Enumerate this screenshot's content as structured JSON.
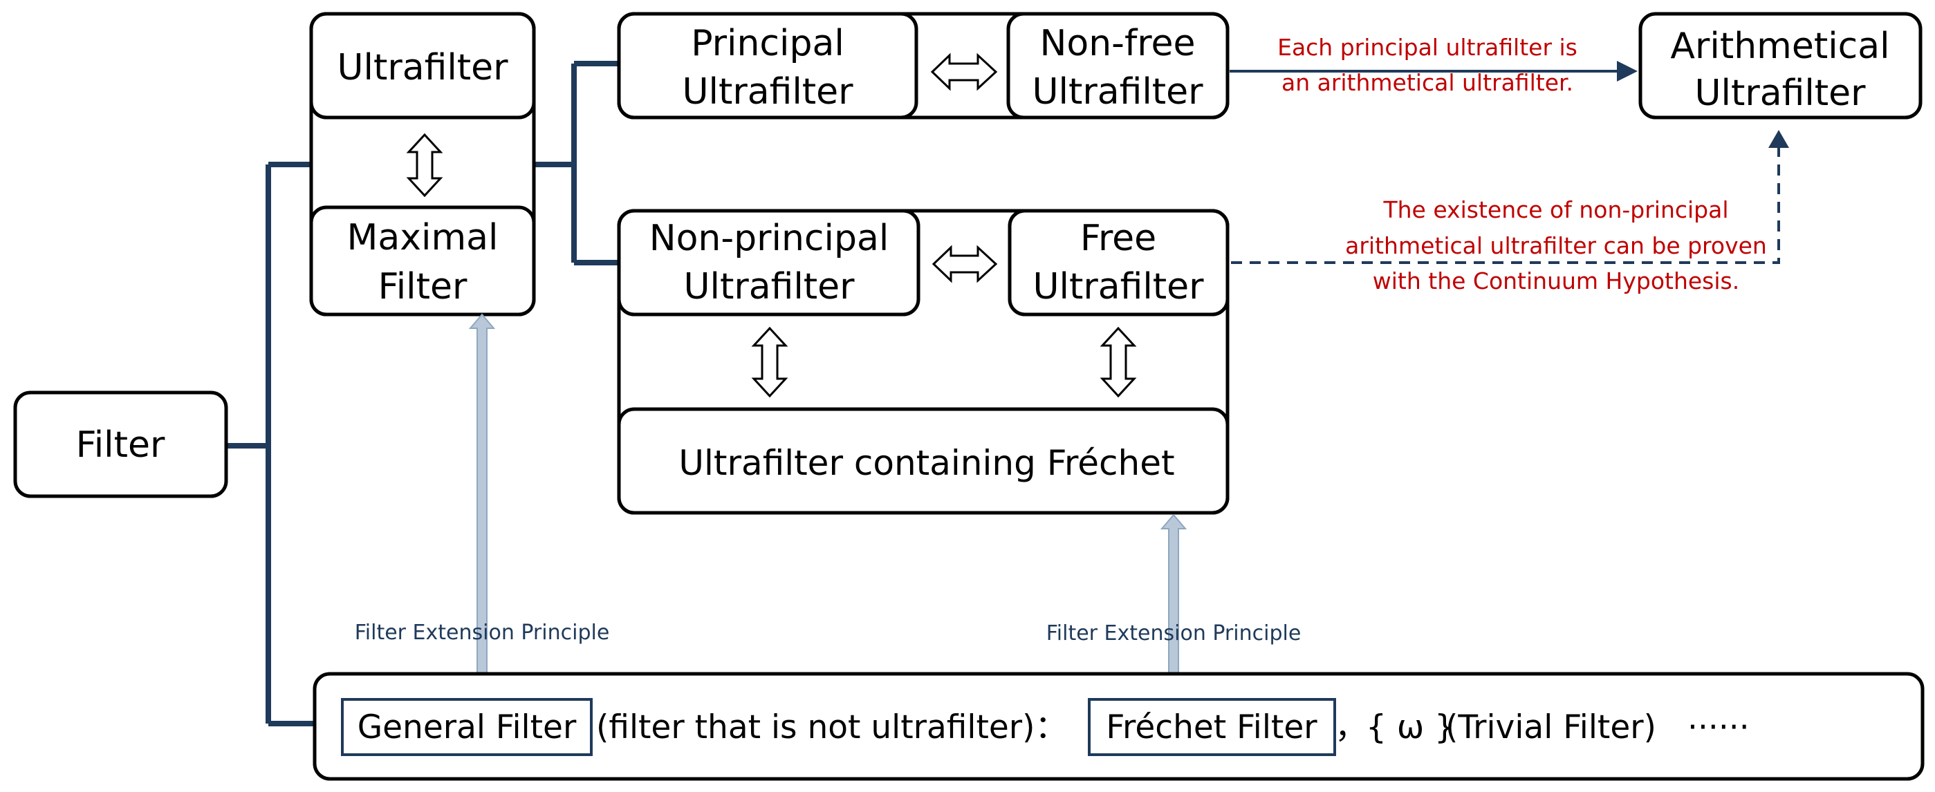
{
  "nodes": {
    "filter": "Filter",
    "ultrafilter": "Ultrafilter",
    "maximal_filter": [
      "Maximal",
      "Filter"
    ],
    "principal": [
      "Principal",
      "Ultrafilter"
    ],
    "non_free": [
      "Non-free",
      "Ultrafilter"
    ],
    "arithmetical": [
      "Arithmetical",
      "Ultrafilter"
    ],
    "non_principal": [
      "Non-principal",
      "Ultrafilter"
    ],
    "free": [
      "Free",
      "Ultrafilter"
    ],
    "containing_frechet": "Ultrafilter containing Fréchet"
  },
  "annotations": {
    "principal_is_arithmetical": [
      "Each principal ultrafilter is",
      "an arithmetical ultrafilter."
    ],
    "non_principal_existence": [
      "The existence of non-principal",
      "arithmetical ultrafilter can be proven",
      "with the Continuum Hypothesis."
    ]
  },
  "extension_labels": {
    "left": "Filter Extension Principle",
    "right": "Filter Extension Principle"
  },
  "bottom": {
    "general_filter": "General Filter",
    "general_desc": "(filter that is not ultrafilter)：",
    "frechet_filter": "Fréchet Filter",
    "comma": "，",
    "omega": "{ ω }",
    "trivial": "(Trivial Filter)",
    "ellipsis": "······"
  },
  "colors": {
    "connector": "#1f3a5a",
    "annotation": "#c00000",
    "up_arrow": "#b8c8d9"
  }
}
